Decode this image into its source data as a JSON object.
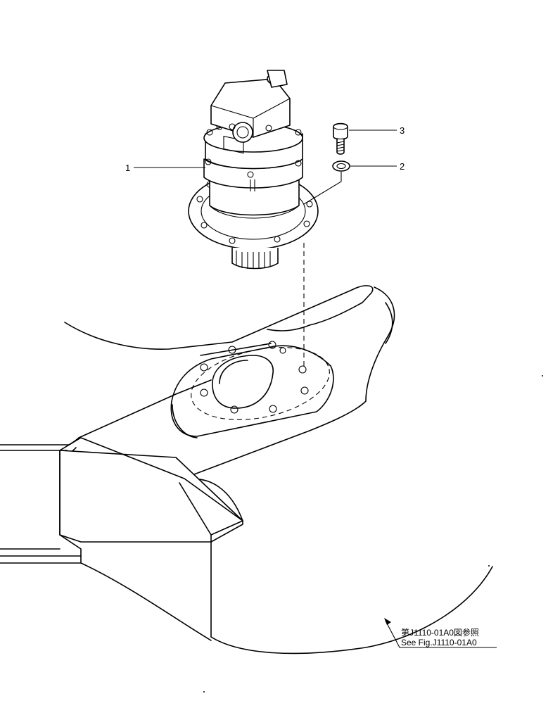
{
  "diagram": {
    "callouts": [
      {
        "number": "1",
        "part": "swing-motor"
      },
      {
        "number": "2",
        "part": "washer"
      },
      {
        "number": "3",
        "part": "bolt"
      }
    ],
    "reference": {
      "line_ja": "第J1110-01A0図参照",
      "line_en": "See Fig.J1110-01A0"
    }
  }
}
